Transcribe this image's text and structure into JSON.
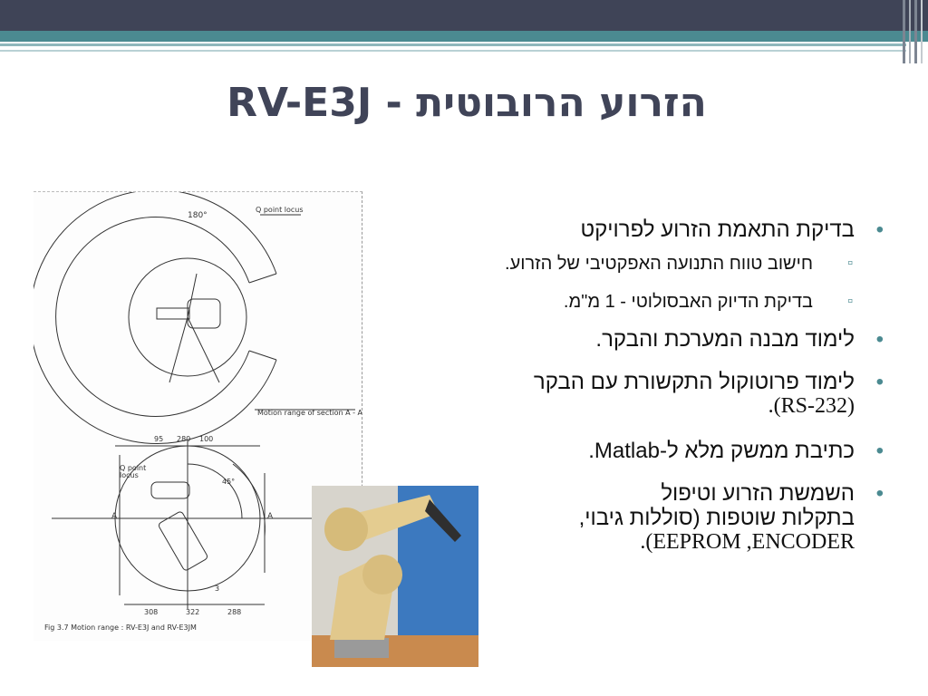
{
  "slide": {
    "title": "הזרוע הרובוטית - RV-E3J",
    "bullets": [
      {
        "text": "בדיקת התאמת הזרוע לפרויקט",
        "sub": [
          "חישוב טווח התנועה האפקטיבי של הזרוע.",
          "בדיקת הדיוק האבסולוטי - 1 מ\"מ."
        ]
      },
      {
        "text": "לימוד מבנה המערכת והבקר."
      },
      {
        "text_line1": "לימוד פרוטוקול התקשורת עם הבקר",
        "text_line2": "(RS-232)."
      },
      {
        "text": "כתיבת ממשק מלא ל-Matlab."
      },
      {
        "text_line1": "השמשת הזרוע וטיפול",
        "text_line2": "בתקלות שוטפות (סוללות גיבוי,",
        "text_line3": "EEPROM ,ENCODER)."
      }
    ]
  },
  "drawing": {
    "label_180": "180°",
    "label_locus": "Q point locus",
    "label_motion_range": "Motion range of section A - A",
    "label_q_point": "Q point",
    "label_locus2": "locus",
    "label_a_left": "A",
    "label_a_right": "A",
    "dim_top": [
      "95",
      "280",
      "100"
    ],
    "dim_bottom": [
      "308",
      "322",
      "288"
    ],
    "label_45": "45°",
    "label_3": "3",
    "caption": "Fig 3.7 Motion range : RV-E3J and RV-E3JM"
  },
  "colors": {
    "topbar": "#3f4457",
    "teal": "#4b8a91",
    "title": "#404458",
    "bullet": "#4b8a91"
  }
}
